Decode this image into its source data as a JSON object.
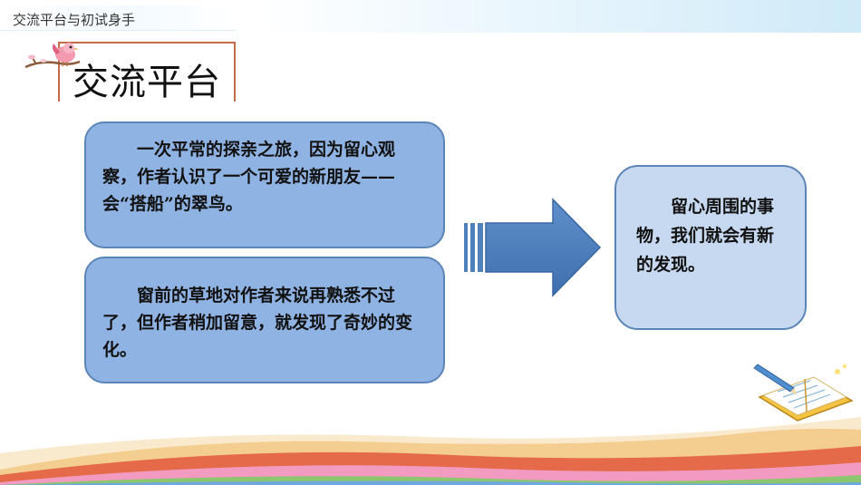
{
  "header": {
    "breadcrumb": "交流平台与初试身手"
  },
  "title": {
    "text": "交流平台"
  },
  "cards": [
    {
      "text": "一次平常的探亲之旅，因为留心观察，作者认识了一个可爱的新朋友——会“搭船”的翠鸟。"
    },
    {
      "text": "窗前的草地对作者来说再熟悉不过了，但作者稍加留意，就发现了奇妙的变化。"
    }
  ],
  "conclusion": {
    "text": "留心周围的事物，我们就会有新的发现。"
  },
  "icons": {
    "bird": "bird-icon",
    "arrow": "arrow-right-icon",
    "notebook": "notebook-pencil-icon"
  },
  "colors": {
    "card_fill": "#8fb3e2",
    "card_border": "#5b85b8",
    "conclusion_fill": "#c6d9f1",
    "arrow_fill": "#4f81bd",
    "title_frame": "#c46a4a"
  }
}
